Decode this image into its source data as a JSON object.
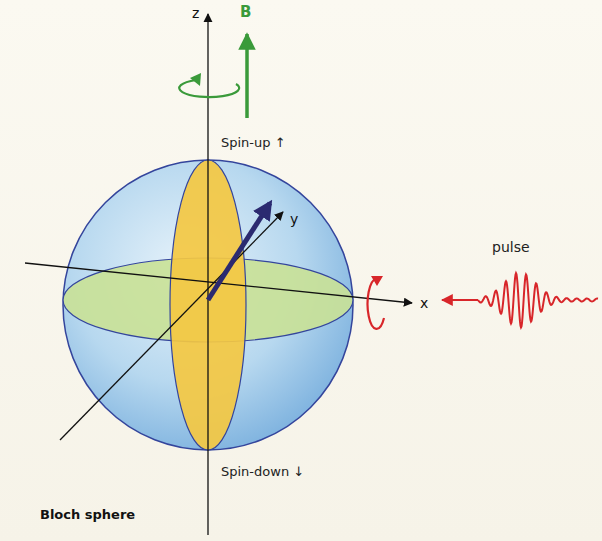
{
  "diagram": {
    "labels": [
      "z",
      "B",
      "Spin-up ↑",
      "y",
      "x",
      "pulse",
      "Spin-down ↓",
      "Bloch sphere"
    ]
  }
}
